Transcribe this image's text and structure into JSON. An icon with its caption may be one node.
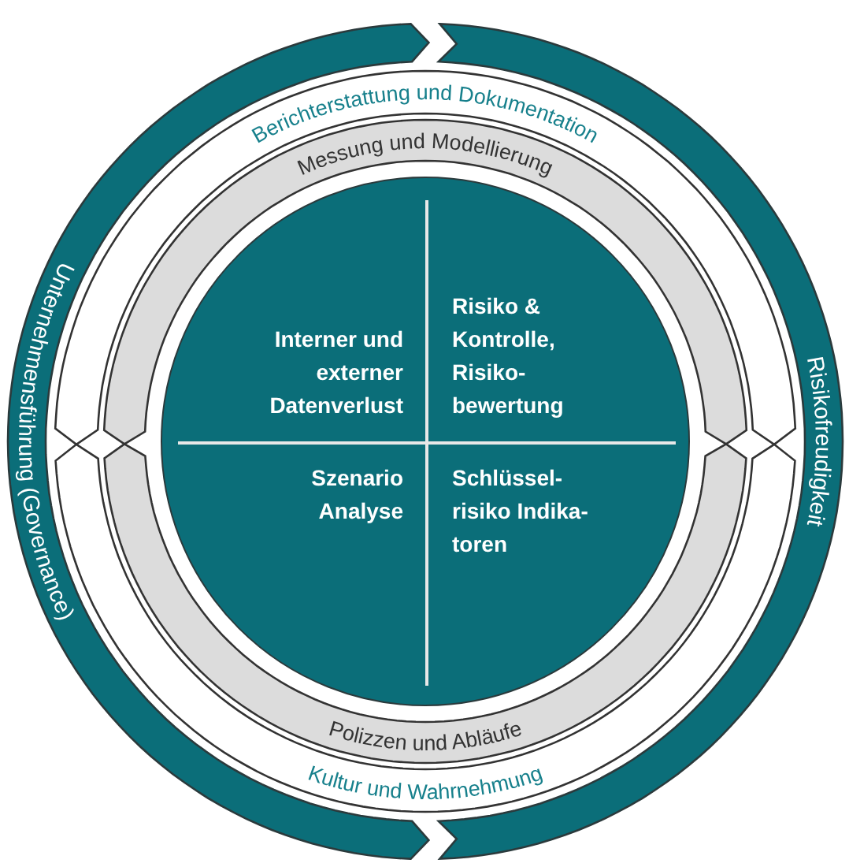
{
  "diagram": {
    "nodes": [
      {
        "text": [
          "Unternehmensführung (Governance)"
        ]
      },
      {
        "text": [
          "Risikofreudigkeit"
        ]
      },
      {
        "text": [
          "Berichterstattung und Dokumentation"
        ]
      },
      {
        "text": [
          "Kultur und Wahrnehmung"
        ]
      },
      {
        "text": [
          "Messung und Modellierung"
        ]
      },
      {
        "text": [
          "Polizzen und Abläufe"
        ]
      },
      {
        "text": [],
        "shape": "circle"
      },
      {
        "text": [
          "Interner und externer Datenverlust"
        ],
        "in": 6
      },
      {
        "text": [
          "Risiko & Kontrolle, Risiko- bewertung"
        ],
        "in": 6
      },
      {
        "text": [
          "Szenario Analyse"
        ],
        "in": 6
      },
      {
        "text": [
          "Schlüssel- risiko Indika- toren"
        ],
        "in": 6
      }
    ]
  }
}
